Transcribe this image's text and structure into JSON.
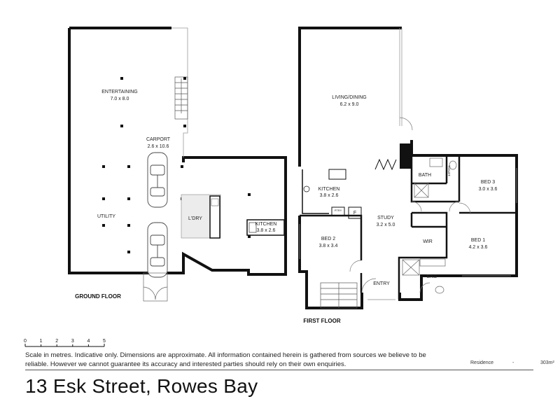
{
  "rooms": {
    "entertaining": {
      "name": "ENTERTAINING",
      "dims": "7.0 x 8.0"
    },
    "carport": {
      "name": "CARPORT",
      "dims": "2.6 x 10.6"
    },
    "utility": {
      "name": "UTILITY"
    },
    "laundry": {
      "name": "L'DRY"
    },
    "kitchen_ground": {
      "name": "KITCHEN",
      "dims": "3.8 x 2.6"
    },
    "living_dining": {
      "name": "LIVING/DINING",
      "dims": "6.2 x 9.0"
    },
    "kitchen_first": {
      "name": "KITCHEN",
      "dims": "3.8 x 2.6"
    },
    "pantry": {
      "name": "PTRY"
    },
    "fridge": {
      "name": "F"
    },
    "study": {
      "name": "STUDY",
      "dims": "3.2 x 5.0"
    },
    "bed2": {
      "name": "BED 2",
      "dims": "3.8 x 3.4"
    },
    "entry": {
      "name": "ENTRY"
    },
    "bath": {
      "name": "BATH"
    },
    "toilet": {
      "name": "TOILET"
    },
    "bed3": {
      "name": "BED 3",
      "dims": "3.0 x 3.6"
    },
    "wir": {
      "name": "WIR"
    },
    "bed1": {
      "name": "BED 1",
      "dims": "4.2 x 3.6"
    },
    "ens": {
      "name": "ENS"
    }
  },
  "floors": {
    "ground": "GROUND FLOOR",
    "first": "FIRST FLOOR"
  },
  "scale_bar": {
    "ticks": [
      "0",
      "1",
      "2",
      "3",
      "4",
      "5"
    ]
  },
  "disclaimer": "Scale in metres. Indicative only. Dimensions are approximate. All information contained herein is gathered from sources we believe to be reliable. However we cannot guarantee its accuracy and interested parties should rely on their own enquiries.",
  "area": {
    "label": "Residence",
    "dash": "-",
    "value": "303m²"
  },
  "address": "13 Esk Street, Rowes Bay"
}
